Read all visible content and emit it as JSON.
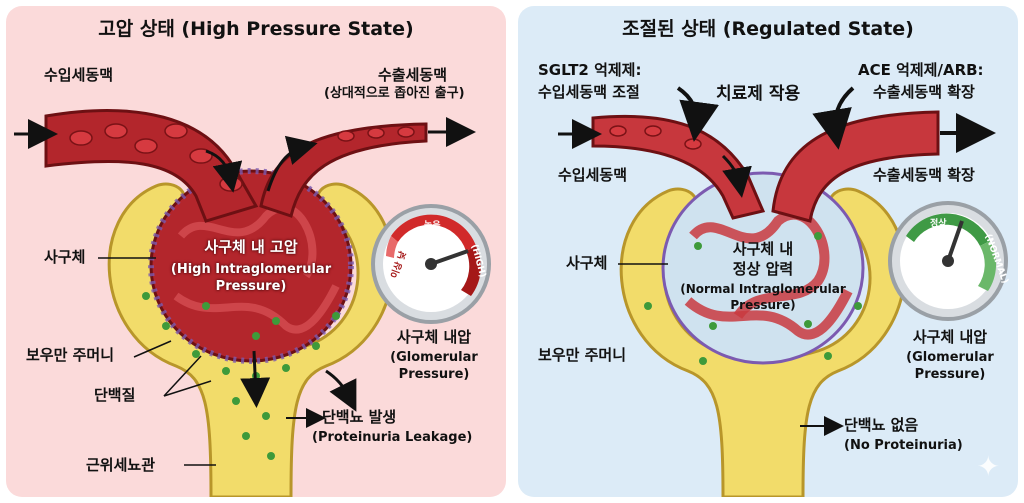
{
  "left": {
    "title": "고압 상태 (High Pressure State)",
    "afferent": "수입세동맥",
    "efferent": "수출세동맥",
    "efferent_note": "(상대적으로 좁아진 출구)",
    "glomerulus": "사구체",
    "center_ko": "사구체 내 고압",
    "center_en_1": "(High Intraglomerular",
    "center_en_2": "Pressure)",
    "capsule": "보우만 주머니",
    "protein": "단백질",
    "tubule": "근위세뇨관",
    "leak_ko": "단백뇨 발생",
    "leak_en": "(Proteinuria Leakage)",
    "gauge_ko": "사구체 내압",
    "gauge_en_1": "(Glomerular",
    "gauge_en_2": "Pressure)",
    "gauge_high_ko": "높음",
    "gauge_high_en": "(HIGH)",
    "gauge_low": "이상 낮"
  },
  "right": {
    "title": "조절된 상태 (Regulated State)",
    "sglt2_1": "SGLT2 억제제:",
    "sglt2_2": "수입세동맥 조절",
    "therapy": "치료제 작용",
    "ace_1": "ACE 억제제/ARB:",
    "ace_2": "수출세동맥 확장",
    "afferent": "수입세동맥",
    "efferent_dilate": "수출세동맥 확장",
    "glomerulus": "사구체",
    "center_ko_1": "사구체 내",
    "center_ko_2": "정상 압력",
    "center_en_1": "(Normal Intraglomerular",
    "center_en_2": "Pressure)",
    "capsule": "보우만 주머니",
    "gauge_ko": "사구체 내압",
    "gauge_en_1": "(Glomerular",
    "gauge_en_2": "Pressure)",
    "gauge_normal_ko": "정상",
    "gauge_normal_en": "(NORMAL)",
    "no_protein_ko": "단백뇨 없음",
    "no_protein_en": "(No Proteinuria)"
  },
  "colors": {
    "left_bg": "#fbdada",
    "right_bg": "#dcebf7",
    "vessel_red": "#b3262c",
    "capsule_yellow": "#f2dc6a",
    "protein_green": "#3e9a3a",
    "gauge_red": "#d12a2a",
    "gauge_green": "#3f9a45"
  },
  "icons": {
    "flow_arrow": "arrow-icon",
    "gauge": "pressure-gauge-icon",
    "sparkle": "sparkle-icon"
  }
}
